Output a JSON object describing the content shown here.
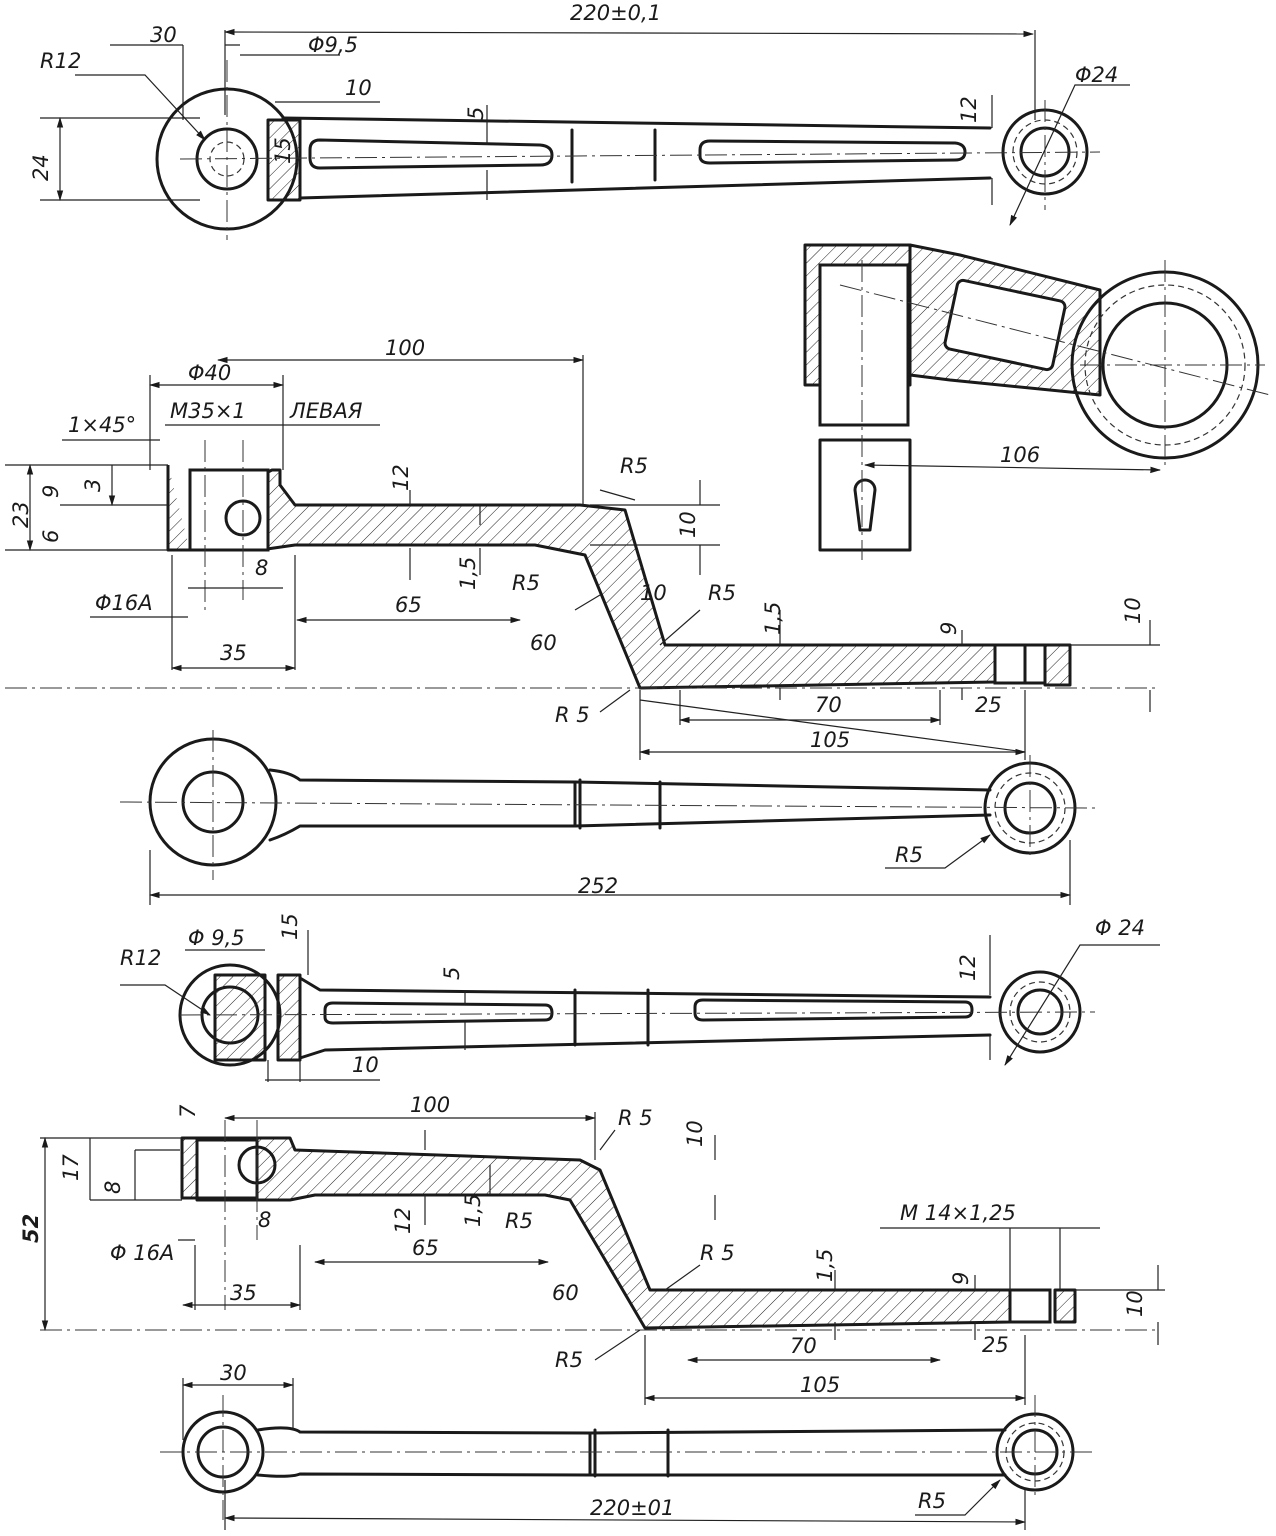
{
  "views": {
    "top_lever_plan": {
      "dims": [
        "30",
        "220±0,1",
        "R12",
        "Φ9,5",
        "10",
        "Φ24",
        "24",
        "5",
        "12",
        "15"
      ]
    },
    "upper_section": {
      "dims": [
        "Φ40",
        "100",
        "1×45°",
        "M35×1",
        "ЛЕВАЯ",
        "R5",
        "23",
        "9",
        "3",
        "6",
        "12",
        "10",
        "8",
        "1,5",
        "R5",
        "Φ16A",
        "65",
        "35",
        "10",
        "R5",
        "1,5",
        "60",
        "9",
        "10",
        "R 5",
        "70",
        "25",
        "105"
      ]
    },
    "right_detail": {
      "dims": [
        "106"
      ]
    },
    "middle_plan": {
      "dims": [
        "R5",
        "252"
      ]
    },
    "lower_lever_plan": {
      "dims": [
        "Φ 9,5",
        "15",
        "R12",
        "5",
        "12",
        "Φ 24",
        "10"
      ]
    },
    "lower_section": {
      "dims": [
        "7",
        "100",
        "R 5",
        "10",
        "17",
        "8",
        "52",
        "8",
        "12",
        "1,5",
        "R5",
        "Φ 16A",
        "65",
        "35",
        "M 14×1,25",
        "R 5",
        "1,5",
        "9",
        "60",
        "10",
        "R5",
        "70",
        "25",
        "105"
      ]
    },
    "bottom_plan": {
      "dims": [
        "30",
        "220±01",
        "R5"
      ]
    }
  },
  "colors": {
    "ink": "#1a1a1a",
    "paper": "#ffffff"
  }
}
